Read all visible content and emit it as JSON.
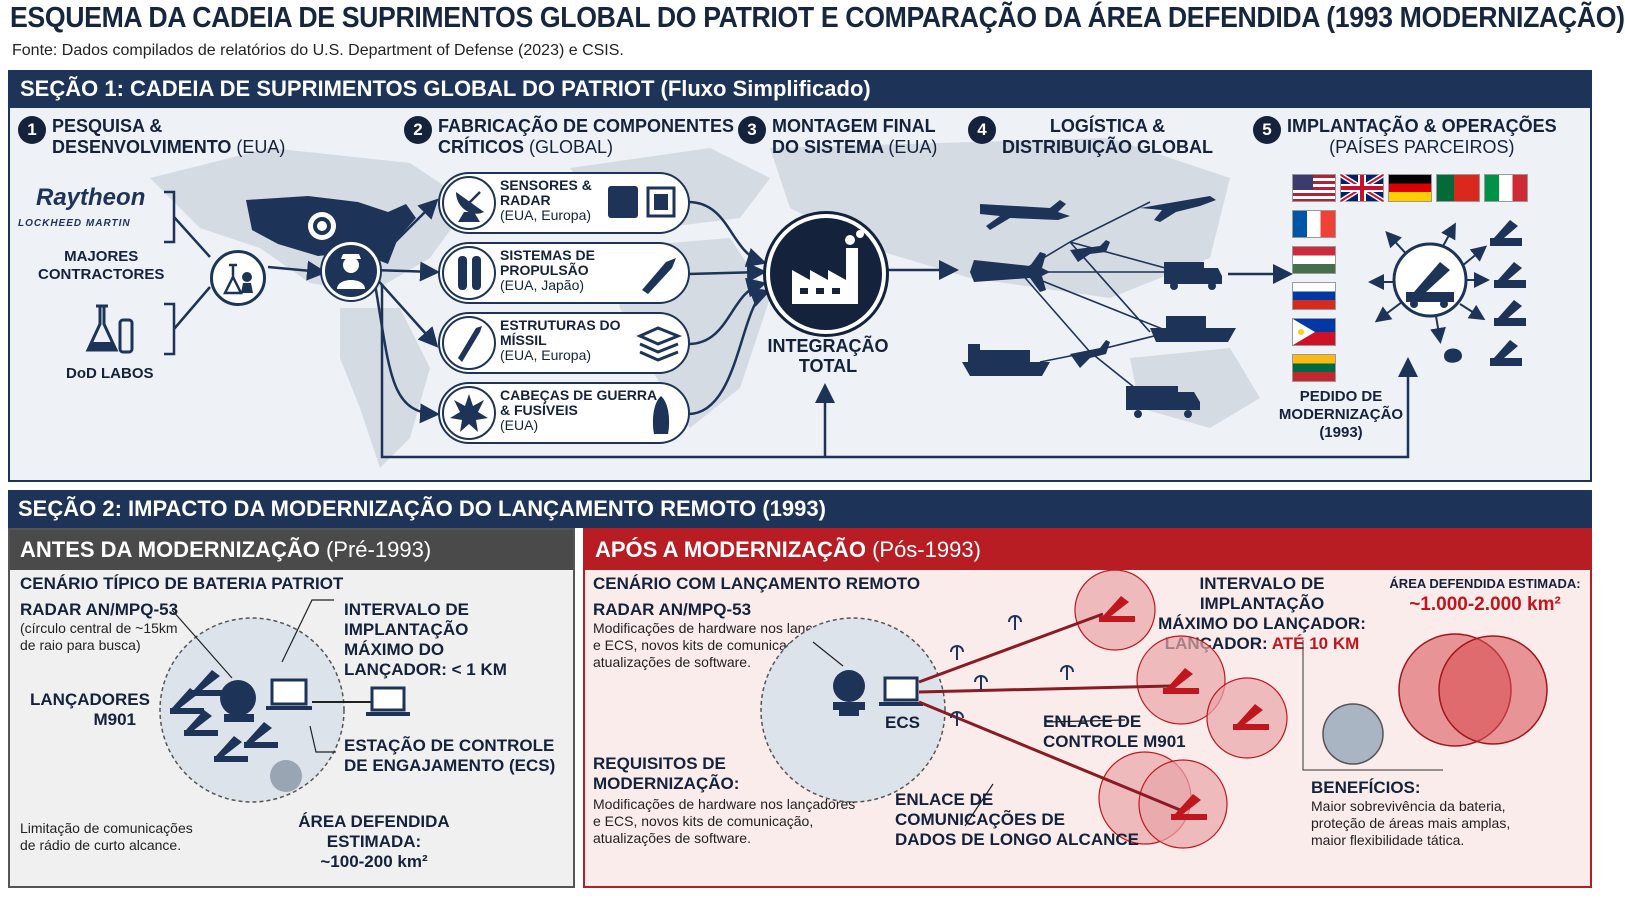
{
  "title": "ESQUEMA DA CADEIA DE SUPRIMENTOS GLOBAL DO PATRIOT E COMPARAÇÃO DA ÁREA DEFENDIDA (1993 MODERNIZAÇÃO)",
  "subtitle": "Fonte: Dados compilados de relatórios do U.S. Department of Defense (2023) e CSIS.",
  "section1": {
    "header": "SEÇÃO 1: CADEIA DE SUPRIMENTOS GLOBAL DO PATRIOT (Fluxo Simplificado)",
    "steps": [
      {
        "num": "1",
        "line1": "PESQUISA &",
        "line2": "DESENVOLVIMENTO",
        "loc": "(EUA)"
      },
      {
        "num": "2",
        "line1": "FABRICAÇÃO DE COMPONENTES",
        "line2": "CRÍTICOS",
        "loc": "(GLOBAL)"
      },
      {
        "num": "3",
        "line1": "MONTAGEM FINAL",
        "line2": "DO SISTEMA",
        "loc": "(EUA)"
      },
      {
        "num": "4",
        "line1": "LOGÍSTICA &",
        "line2": "DISTRIBUIÇÃO GLOBAL",
        "loc": ""
      },
      {
        "num": "5",
        "line1": "IMPLANTAÇÃO & OPERAÇÕES",
        "line2": "",
        "loc": "(PAÍSES PARCEIROS)"
      }
    ],
    "raytheon": "Raytheon",
    "lockheed": "LOCKHEED MARTIN",
    "contractors_l1": "MAJORES",
    "contractors_l2": "CONTRACTORES",
    "dod": "DoD LABOS",
    "components": [
      {
        "name1": "SENSORES &",
        "name2": "RADAR",
        "loc": "(EUA, Europa)"
      },
      {
        "name1": "SISTEMAS DE",
        "name2": "PROPULSÃO",
        "loc": "(EUA, Japão)"
      },
      {
        "name1": "ESTRUTURAS DO",
        "name2": "MÍSSIL",
        "loc": "(EUA, Europa)"
      },
      {
        "name1": "CABEÇAS DE GUERRA",
        "name2": "& FUSÍVEIS",
        "loc": "(EUA)"
      }
    ],
    "integration_l1": "INTEGRAÇÃO",
    "integration_l2": "TOTAL",
    "order_l1": "PEDIDO DE",
    "order_l2": "MODERNIZAÇÃO",
    "order_l3": "(1993)"
  },
  "section2": {
    "header": "SEÇÃO 2: IMPACTO DA MODERNIZAÇÃO DO LANÇAMENTO REMOTO (1993)",
    "before": {
      "head": "ANTES DA MODERNIZAÇÃO",
      "head_period": "(Pré-1993)",
      "scenario": "CENÁRIO TÍPICO DE BATERIA PATRIOT",
      "radar": "RADAR AN/MPQ-53",
      "radar_note_1": "(círculo central de ~15km",
      "radar_note_2": "de raio para busca)",
      "interval_1": "INTERVALO DE IMPLANTAÇÃO",
      "interval_2": "MÁXIMO DO",
      "interval_3": "LANÇADOR: < 1 KM",
      "launchers_1": "LANÇADORES",
      "launchers_2": "M901",
      "ecs_1": "ESTAÇÃO DE CONTROLE",
      "ecs_2": "DE ENGAJAMENTO (ECS)",
      "limit_1": "Limitação de comunicações",
      "limit_2": "de rádio de curto alcance.",
      "area_1": "ÁREA DEFENDIDA ESTIMADA:",
      "area_2": "~100-200 km²"
    },
    "after": {
      "head": "APÓS A MODERNIZAÇÃO",
      "head_period": "(Pós-1993)",
      "scenario": "CENÁRIO COM LANÇAMENTO REMOTO",
      "radar": "RADAR AN/MPQ-53",
      "radar_note_1": "Modificações de hardware nos lançadores",
      "radar_note_2": "e ECS, novos kits de comunicação,",
      "radar_note_3": "atualizações de software.",
      "interval_1": "INTERVALO DE IMPLANTAÇÃO",
      "interval_2": "MÁXIMO DO LANÇADOR:",
      "interval_3a": "LANÇADOR:",
      "interval_3b": "ATÉ 10 KM",
      "area_1": "ÁREA DEFENDIDA ESTIMADA:",
      "area_2": "~1.000-2.000 km²",
      "ecs": "ECS",
      "control_1": "ENLACE DE",
      "control_2": "CONTROLE M901",
      "req_1": "REQUISITOS DE",
      "req_2": "MODERNIZAÇÃO:",
      "req_note_1": "Modificações de hardware nos lançadores",
      "req_note_2": "e ECS, novos kits de comunicação,",
      "req_note_3": "atualizações de software.",
      "link_1": "ENLACE DE",
      "link_2": "COMUNICAÇÕES DE",
      "link_3": "DADOS DE LONGO ALCANCE",
      "benefits": "BENEFÍCIOS:",
      "benefits_1": "Maior sobrevivência da bateria,",
      "benefits_2": "proteção de áreas mais amplas,",
      "benefits_3": "maior flexibilidade tática."
    }
  },
  "colors": {
    "navy": "#1d3358",
    "red": "#b81d24",
    "gray": "#555555"
  }
}
